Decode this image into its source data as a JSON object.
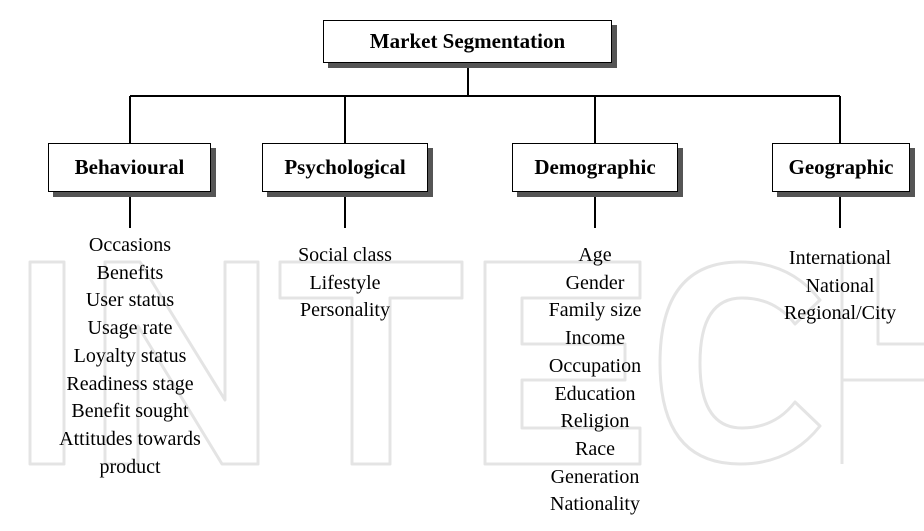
{
  "root": {
    "label": "Market Segmentation"
  },
  "categories": [
    {
      "label": "Behavioural",
      "items": [
        "Occasions",
        "Benefits",
        "User status",
        "Usage rate",
        "Loyalty status",
        "Readiness stage",
        "Benefit sought",
        "Attitudes towards",
        "product"
      ]
    },
    {
      "label": "Psychological",
      "items": [
        "Social class",
        "Lifestyle",
        "Personality"
      ]
    },
    {
      "label": "Demographic",
      "items": [
        "Age",
        "Gender",
        "Family size",
        "Income",
        "Occupation",
        "Education",
        "Religion",
        "Race",
        "Generation",
        "Nationality"
      ]
    },
    {
      "label": "Geographic",
      "items": [
        "International",
        "National",
        "Regional/City"
      ]
    }
  ],
  "watermark": {
    "text": "INTECH",
    "color": "#e4e4e4"
  }
}
